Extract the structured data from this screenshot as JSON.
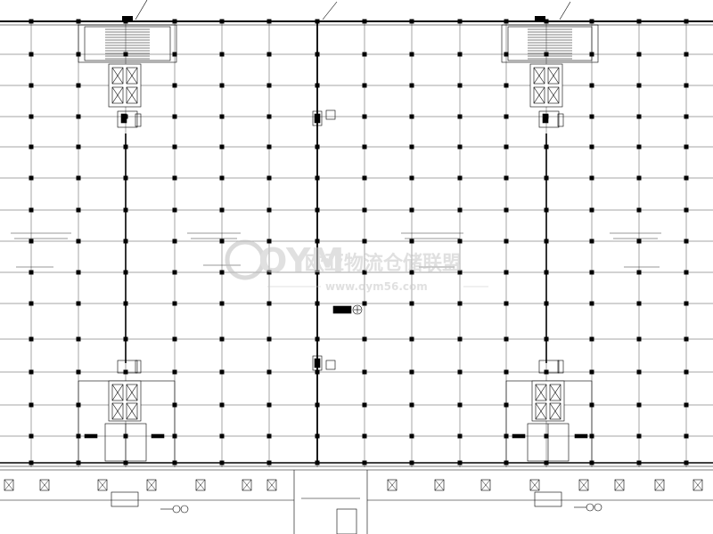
{
  "drawing": {
    "line_color": "#000000",
    "background": "#ffffff",
    "watermark": {
      "logo_letters": "OYM",
      "name": "欧亚物流仓储联盟",
      "url": "www.oym56.com",
      "color": "#c8c8c8"
    }
  }
}
